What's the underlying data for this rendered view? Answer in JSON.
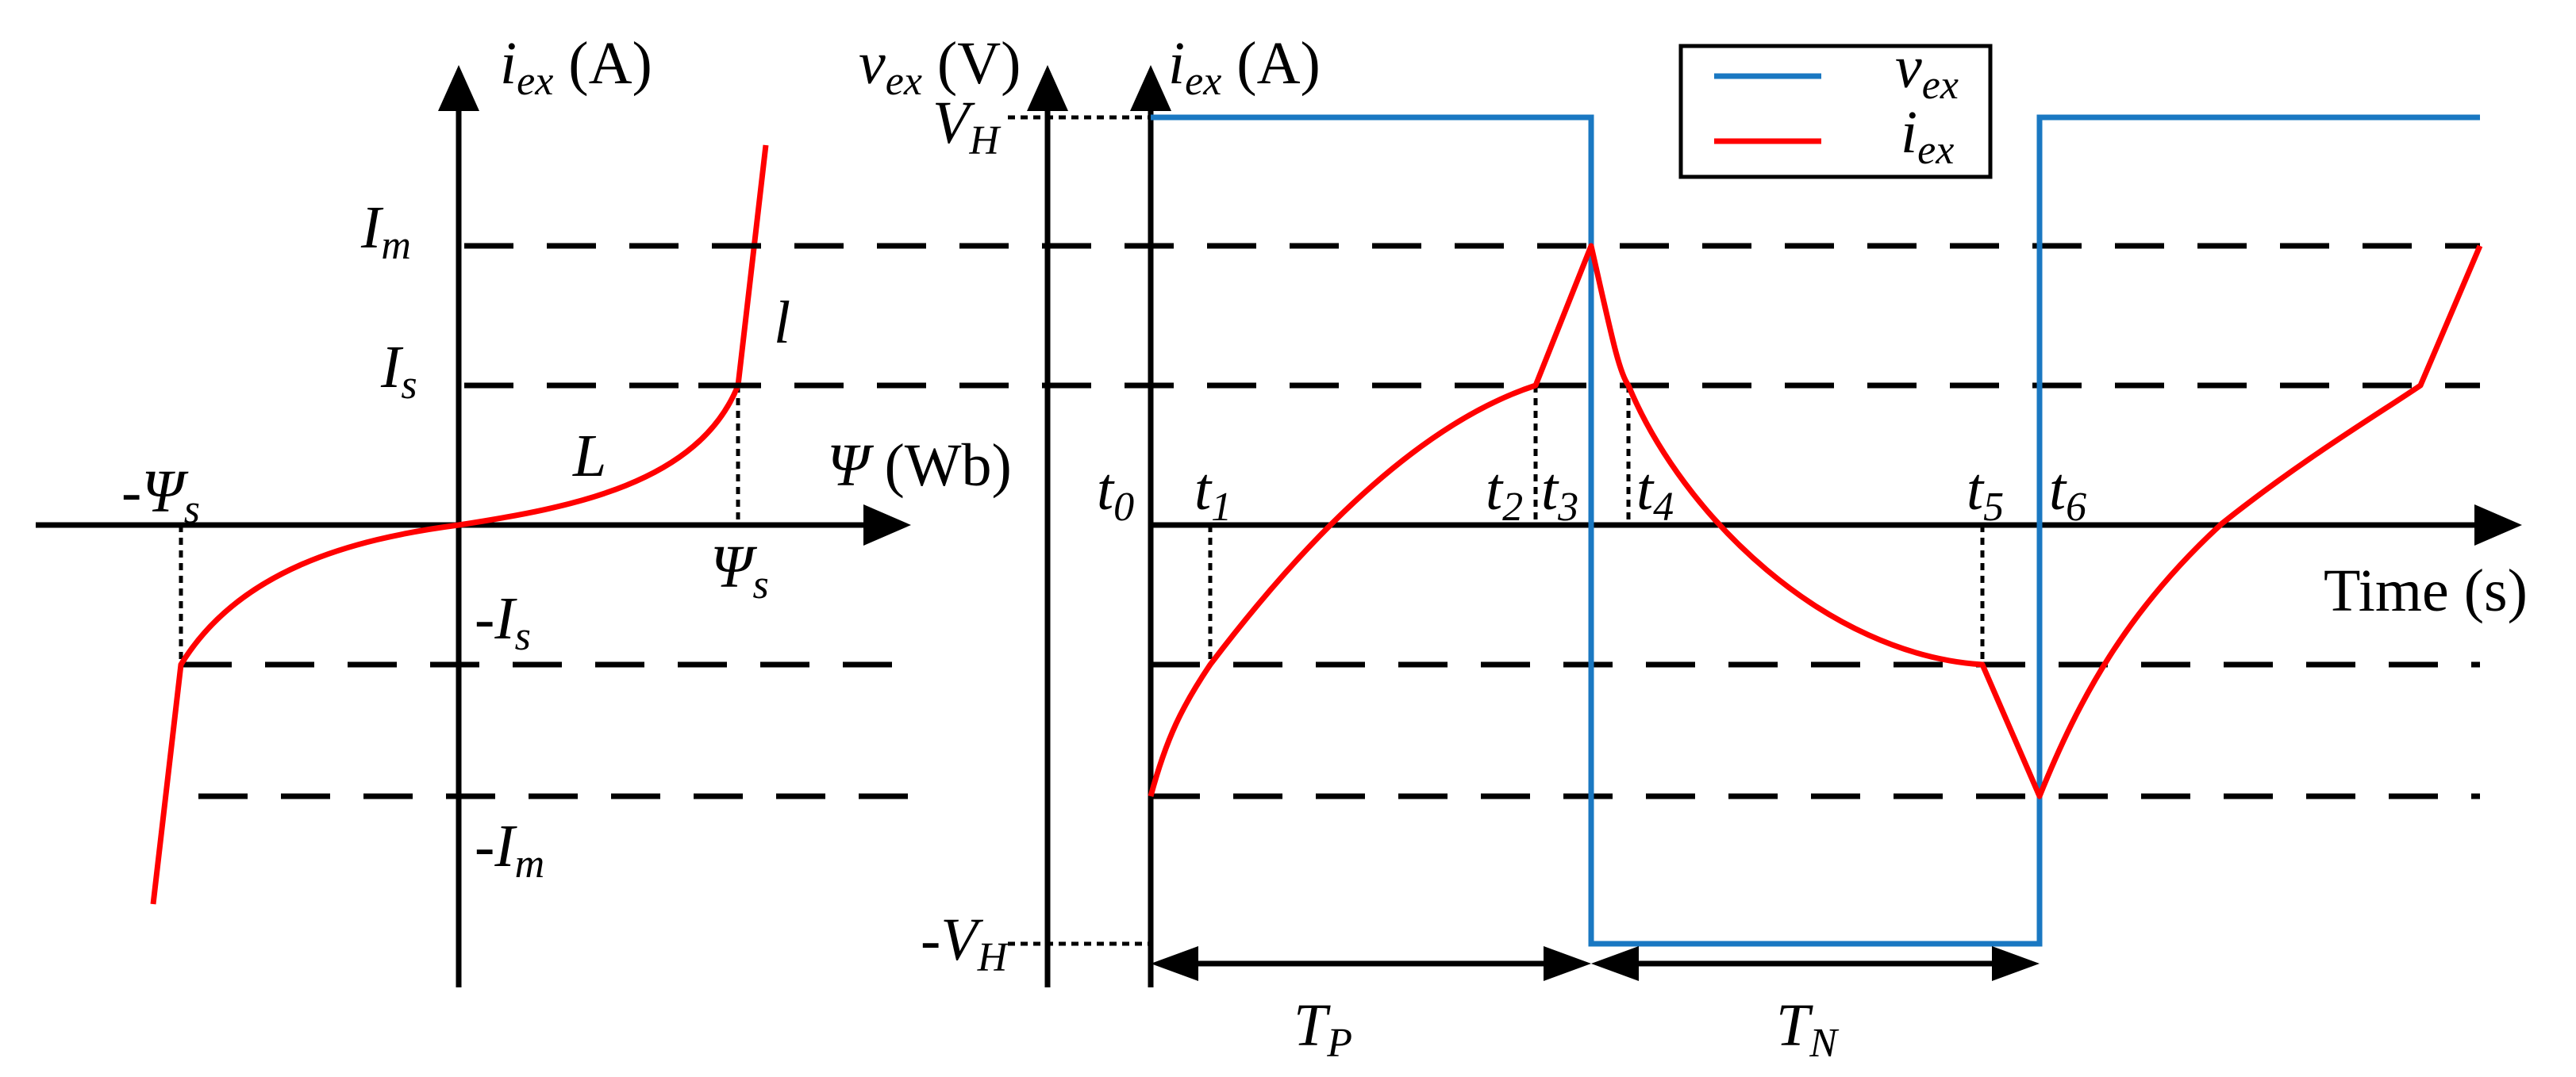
{
  "colors": {
    "v_ex": "#1a78c2",
    "i_ex": "#ff0000",
    "axes": "#000000"
  },
  "left_plot": {
    "y_axis": {
      "sym": "i",
      "sub": "ex",
      "unit": " (A)"
    },
    "x_axis": {
      "sym": "Ψ",
      "unit": " (Wb)"
    },
    "labels": {
      "Im": {
        "sym": "I",
        "sub": "m"
      },
      "Is": {
        "sym": "I",
        "sub": "s"
      },
      "neg_Is": {
        "pre": "-",
        "sym": "I",
        "sub": "s"
      },
      "neg_Im": {
        "pre": "-",
        "sym": "I",
        "sub": "m"
      },
      "psi_s": {
        "sym": "Ψ",
        "sub": "s"
      },
      "neg_psi_s": {
        "pre": "-",
        "sym": "Ψ",
        "sub": "s"
      },
      "L": "L",
      "l": "l"
    }
  },
  "right_plot": {
    "y_axis_v": {
      "sym": "v",
      "sub": "ex",
      "unit": " (V)"
    },
    "y_axis_i": {
      "sym": "i",
      "sub": "ex",
      "unit": " (A)"
    },
    "x_axis": "Time (s)",
    "VH": {
      "sym": "V",
      "sub": "H"
    },
    "neg_VH": {
      "pre": "-",
      "sym": "V",
      "sub": "H"
    },
    "times": [
      {
        "sym": "t",
        "sub": "0"
      },
      {
        "sym": "t",
        "sub": "1"
      },
      {
        "sym": "t",
        "sub": "2"
      },
      {
        "sym": "t",
        "sub": "3"
      },
      {
        "sym": "t",
        "sub": "4"
      },
      {
        "sym": "t",
        "sub": "5"
      },
      {
        "sym": "t",
        "sub": "6"
      }
    ],
    "TP": {
      "sym": "T",
      "sub": "P"
    },
    "TN": {
      "sym": "T",
      "sub": "N"
    }
  },
  "legend": [
    {
      "sym": "v",
      "sub": "ex",
      "color": "#1a78c2"
    },
    {
      "sym": "i",
      "sub": "ex",
      "color": "#ff0000"
    }
  ]
}
